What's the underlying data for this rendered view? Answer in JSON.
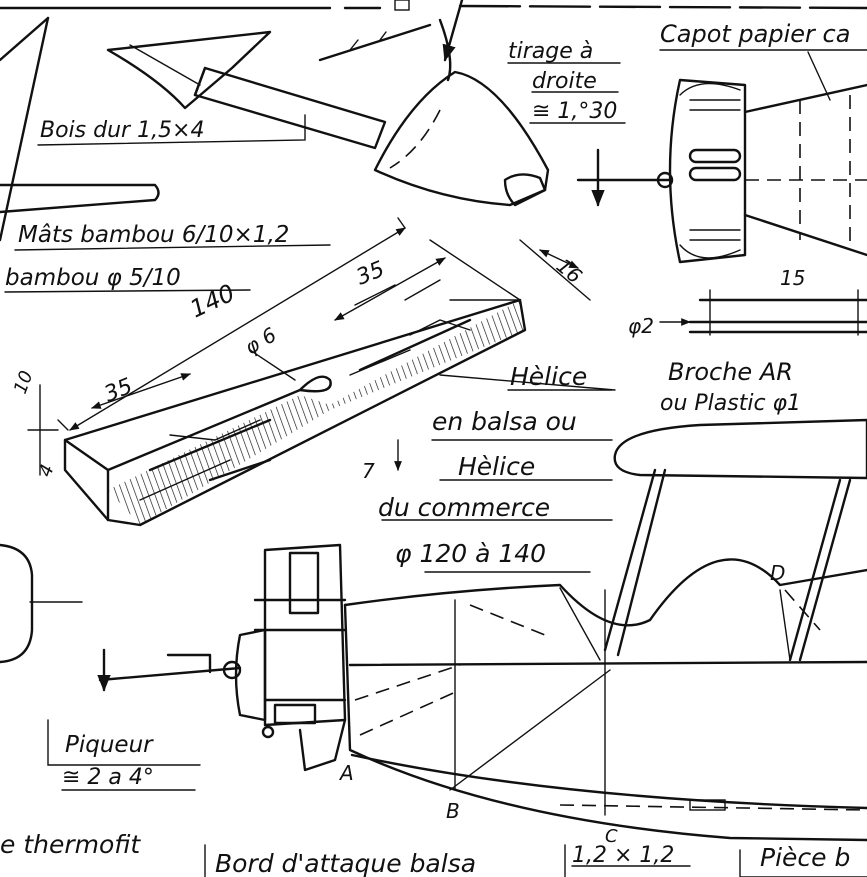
{
  "labels": {
    "capot": "Capot papier ca",
    "tirage_1": "tirage à",
    "tirage_2": "droite",
    "tirage_3": "≅ 1,°30",
    "bois_dur": "Bois dur 1,5×4",
    "mats": "Mâts bambou 6/10×1,2",
    "bambou": "bambou φ 5/10",
    "broche_1": "Broche AR",
    "broche_2": "ou Plastic φ1",
    "helice_1": "Hèlice",
    "helice_2": "en balsa ou",
    "helice_3": "Hèlice",
    "helice_4": "du commerce",
    "helice_5": "φ 120 à 140",
    "piqueur_1": "Piqueur",
    "piqueur_2": "≅ 2 a 4°",
    "thermofit": "e thermofit",
    "bord": "Bord d'attaque balsa",
    "bord_dim": "1,2 × 1,2",
    "piece": "Pièce b"
  },
  "dimensions": {
    "d140": "140",
    "d35a": "35",
    "d35b": "35",
    "d16": "16",
    "d6": "φ 6",
    "d10": "10",
    "d4": "4",
    "d7": "7",
    "d15": "15",
    "d2": "φ2"
  },
  "points": {
    "A": "A",
    "B": "B",
    "C": "C",
    "D": "D"
  }
}
